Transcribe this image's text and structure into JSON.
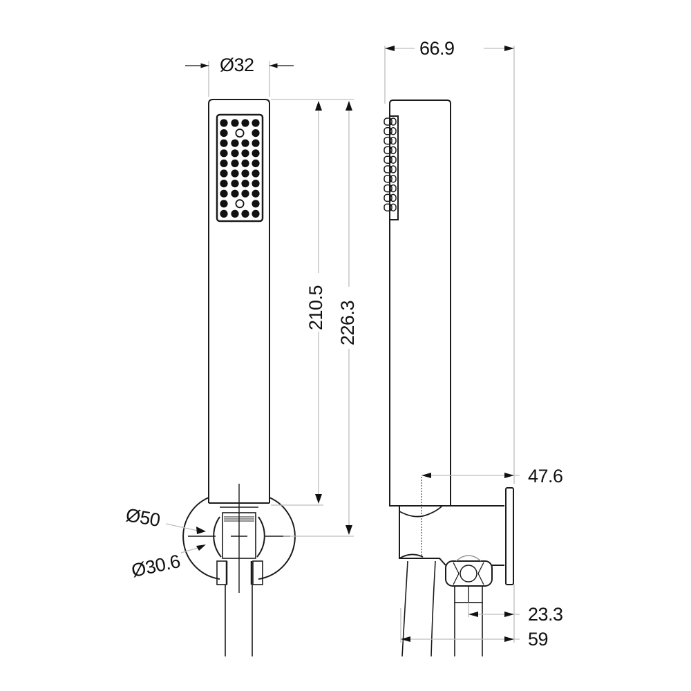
{
  "drawing": {
    "title": "Hand shower with wall bracket - dimension drawing",
    "views": [
      "front-view",
      "side-view"
    ],
    "line_color": "#1a1a1a",
    "dim_line_color": "#bdbdbd"
  },
  "dimensions": {
    "front": {
      "handle_diameter": "Ø32",
      "handle_length": "210.5",
      "overall_length": "226.3",
      "bracket_diameter": "Ø50",
      "holder_diameter": "Ø30.6"
    },
    "side": {
      "overall_depth": "66.9",
      "handle_projection": "47.6",
      "outlet_offset": "23.3",
      "bracket_depth": "59"
    }
  },
  "spray_face": {
    "rows": 10,
    "cols": 4,
    "open_holes": [
      [
        1,
        2
      ],
      [
        8,
        2
      ]
    ]
  }
}
